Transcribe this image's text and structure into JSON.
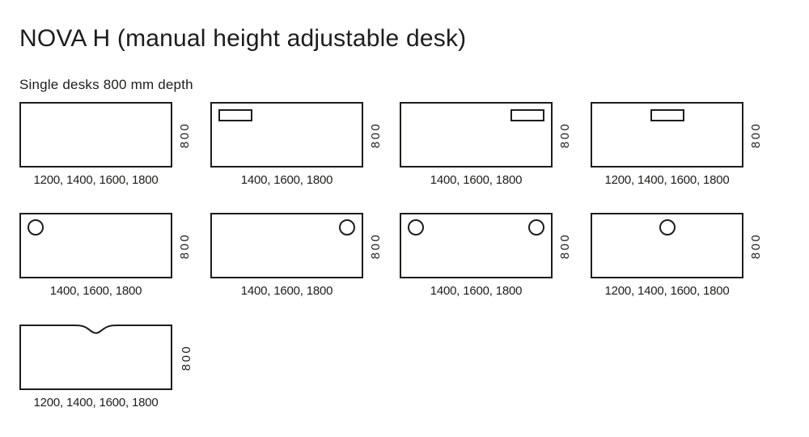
{
  "title": "NOVA H (manual height adjustable desk)",
  "subtitle": "Single desks 800 mm depth",
  "depth_label": "800",
  "line_color": "#1d1d1b",
  "desk_rows": [
    {
      "desks": [
        {
          "feature": "none",
          "feature_desc": "plain rectangular top",
          "widths": "1200, 1400, 1600, 1800"
        },
        {
          "feature": "tray-left",
          "feature_desc": "cable tray cutout top left",
          "widths": "1400, 1600, 1800"
        },
        {
          "feature": "tray-right",
          "feature_desc": "cable tray cutout top right",
          "widths": "1400, 1600, 1800"
        },
        {
          "feature": "tray-center",
          "feature_desc": "cable tray cutout top center",
          "widths": "1200, 1400, 1600, 1800"
        }
      ]
    },
    {
      "desks": [
        {
          "feature": "grommet-left",
          "feature_desc": "cable grommet top left",
          "widths": "1400, 1600, 1800"
        },
        {
          "feature": "grommet-right",
          "feature_desc": "cable grommet top right",
          "widths": "1400, 1600, 1800"
        },
        {
          "feature": "grommet-left-right",
          "feature_desc": "cable grommets top left and right",
          "widths": "1400, 1600, 1800"
        },
        {
          "feature": "grommet-center",
          "feature_desc": "cable grommet top center",
          "widths": "1200, 1400, 1600, 1800"
        }
      ]
    },
    {
      "desks": [
        {
          "feature": "notch-center",
          "feature_desc": "curved cable notch top center",
          "widths": "1200, 1400, 1600, 1800"
        }
      ]
    }
  ]
}
